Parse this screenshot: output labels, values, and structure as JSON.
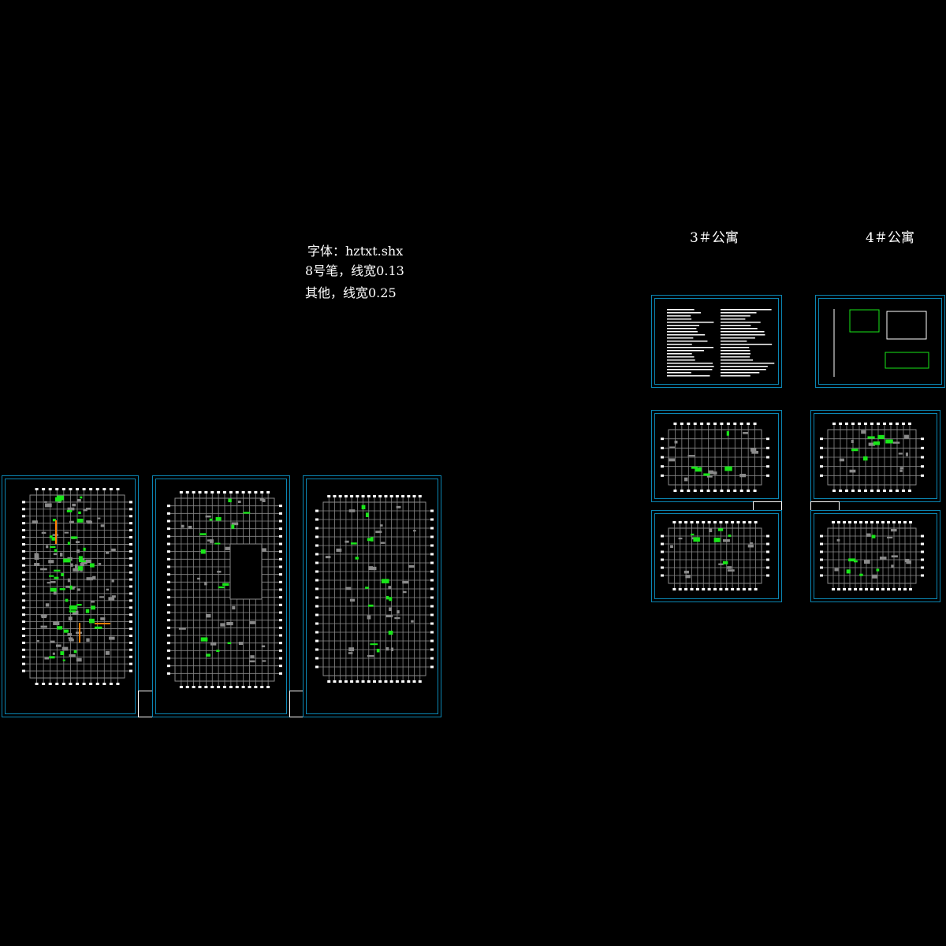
{
  "notes": {
    "line1": "字体：hztxt.shx",
    "line2": "8号笔，线宽0.13",
    "line3": "其他，线宽0.25"
  },
  "headers": {
    "building3": "3＃公寓",
    "building4": "4＃公寓"
  },
  "colors": {
    "background": "#000000",
    "frame": "#0b86b3",
    "wall": "#8a8a8a",
    "highlight_green": "#19e619",
    "highlight_orange": "#ff7f00",
    "text": "#ffffff"
  }
}
